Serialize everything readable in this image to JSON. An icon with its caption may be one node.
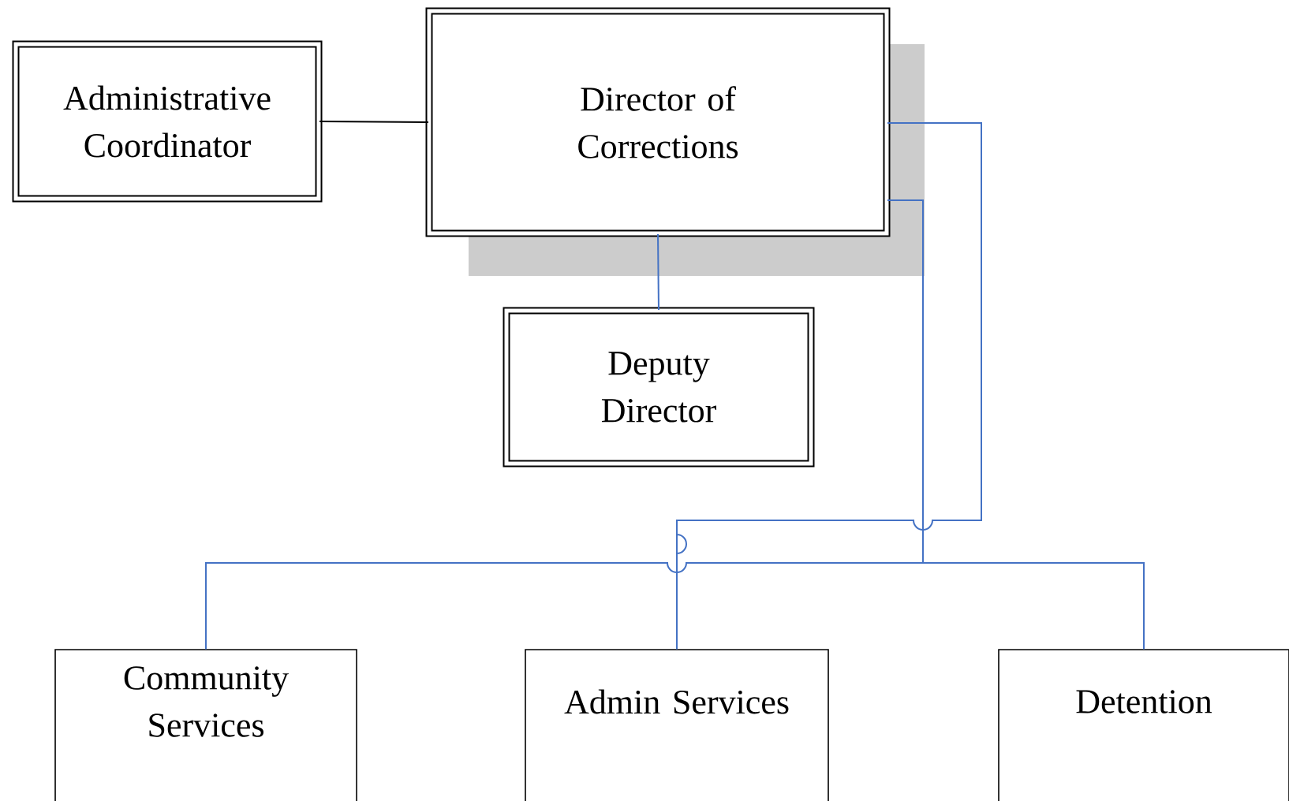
{
  "diagram": {
    "nodes": [
      {
        "text": [
          "Administrative Coordinator"
        ]
      },
      {
        "text": [
          "Director of Corrections"
        ]
      },
      {
        "text": [
          "Deputy Director"
        ]
      },
      {
        "text": [
          "Community Services"
        ]
      },
      {
        "text": [
          "Admin Services"
        ]
      },
      {
        "text": [
          "Detention"
        ]
      }
    ],
    "edges": [
      {
        "from": 0,
        "to": 1,
        "arrow": "none",
        "color": "#000000"
      },
      {
        "from": 1,
        "to": 2,
        "arrow": "none"
      },
      {
        "from": 1,
        "to": 4,
        "arrow": "none"
      },
      {
        "from": 1,
        "to": 3,
        "arrow": "none"
      },
      {
        "from": 1,
        "to": 5,
        "arrow": "none"
      }
    ]
  }
}
